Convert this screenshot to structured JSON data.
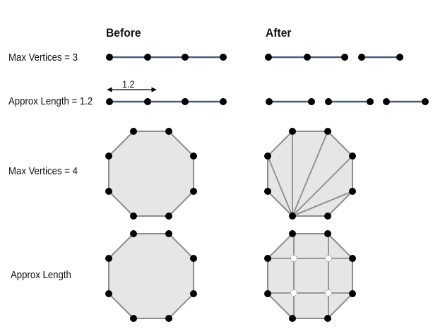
{
  "columns": {
    "before": "Before",
    "after": "After"
  },
  "rows": {
    "max_vertices_3": "Max Vertices = 3",
    "approx_length_value": "Approx Length = 1.2",
    "max_vertices_4": "Max Vertices = 4",
    "approx_length": "Approx Length"
  },
  "dimension": {
    "label": "1.2"
  },
  "colors": {
    "line": "#4a5a78",
    "polygon_fill": "#e6e6e6",
    "polygon_stroke": "#8c8c8c",
    "vertex": "#000000",
    "new_vertex_fill": "#ffffff",
    "new_vertex_stroke": "#999999"
  }
}
